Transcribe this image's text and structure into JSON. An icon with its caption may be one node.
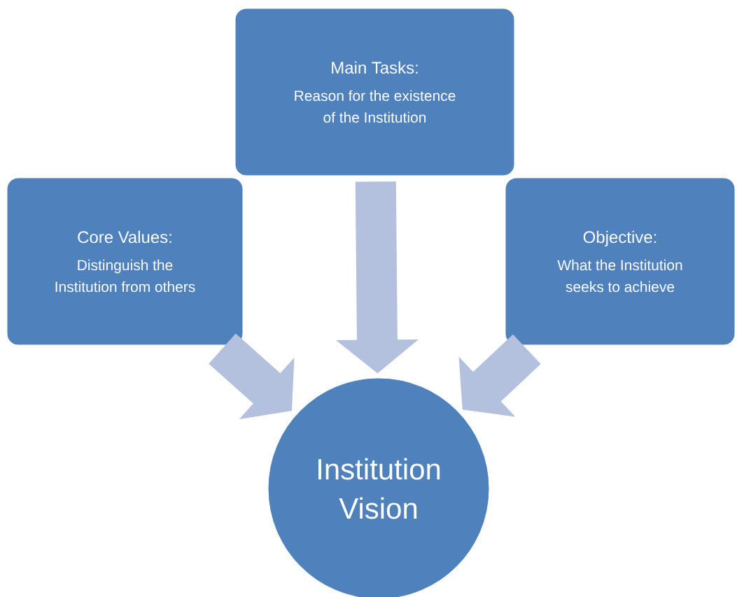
{
  "diagram": {
    "nodes": [
      {
        "text": [
          "Core Values:",
          "Distinguish the Institution from others"
        ]
      },
      {
        "text": [
          "Main Tasks:",
          "Reason for the existence of the Institution"
        ]
      },
      {
        "text": [
          "Objective:",
          "What the Institution seeks to achieve"
        ]
      },
      {
        "text": [
          "Institution Vision"
        ]
      }
    ],
    "edges": [
      {
        "from": 1,
        "to": 3,
        "arrow": "to"
      },
      {
        "from": 0,
        "to": 3,
        "arrow": "to"
      },
      {
        "from": 2,
        "to": 3,
        "arrow": "to"
      }
    ]
  }
}
